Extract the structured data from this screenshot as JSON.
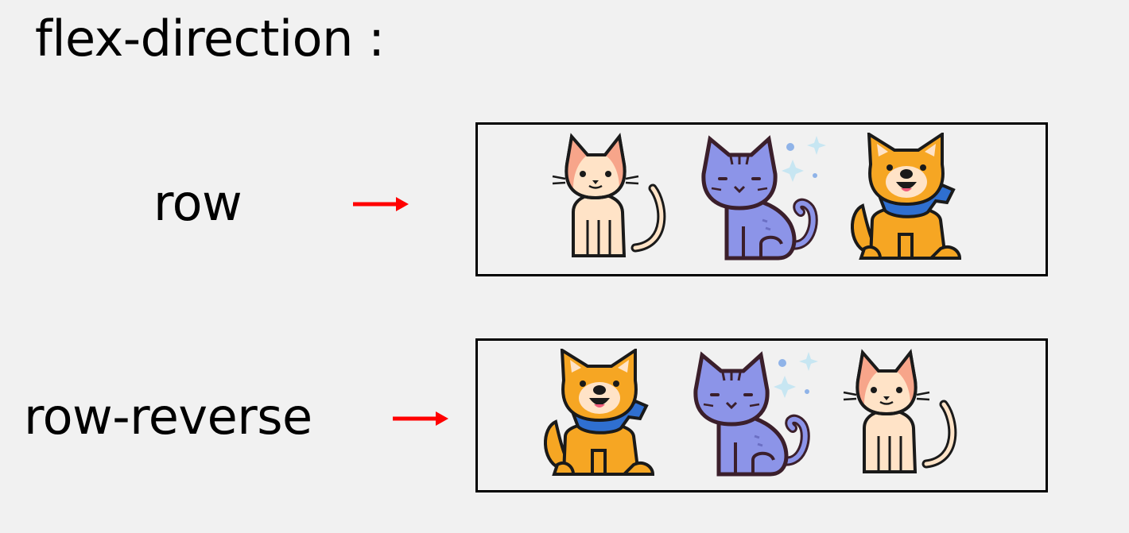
{
  "title": "flex-direction :",
  "rows": [
    {
      "label": "row",
      "arrow_color": "#ff0000",
      "animals": [
        "orange-cat-icon",
        "purple-cat-icon",
        "shiba-dog-icon"
      ]
    },
    {
      "label": "row-reverse",
      "arrow_color": "#ff0000",
      "animals": [
        "shiba-dog-icon",
        "purple-cat-icon",
        "orange-cat-icon"
      ]
    }
  ],
  "colors": {
    "background": "#f1f1f1",
    "arrow": "#ff0000",
    "orange_cat": "#ffe3c7",
    "orange_cat_ears": "#f7a58a",
    "purple_cat": "#8c94e8",
    "dog": "#f6a623",
    "bandana": "#2f6fd0"
  }
}
